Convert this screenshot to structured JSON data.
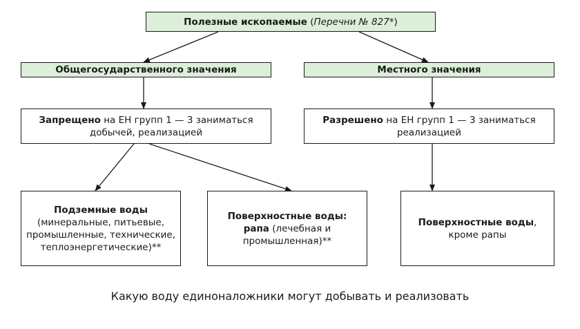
{
  "root": {
    "title": "Полезные ископаемые",
    "open_paren": " (",
    "note": "Перечни № 827*",
    "close_paren": ")"
  },
  "left_branch": {
    "header": "Общегосударственного значения",
    "status_bold": "Запрещено",
    "status_text": " на ЕН групп 1 — 3 заниматься добычей, реализацией",
    "leaf_underground": {
      "title": "Подземные воды",
      "details": "(минеральные, питьевые, промышленные, технические, теплоэнергетические)**"
    },
    "leaf_surface": {
      "title": "Поверхностные воды:",
      "sub_bold": "рапа",
      "sub_text": " (лечебная и промышленная)**"
    }
  },
  "right_branch": {
    "header": "Местного значения",
    "status_bold": "Разрешено",
    "status_text": " на ЕН групп 1 — 3 заниматься реализацией",
    "leaf_surface": {
      "title": "Поверхностные воды",
      "title_suffix": ",",
      "details": "кроме рапы"
    }
  },
  "caption": "Какую воду единоналожники могут добывать и реализовать",
  "colors": {
    "header_fill": "#dcefd9",
    "stroke": "#1a1a1a"
  }
}
